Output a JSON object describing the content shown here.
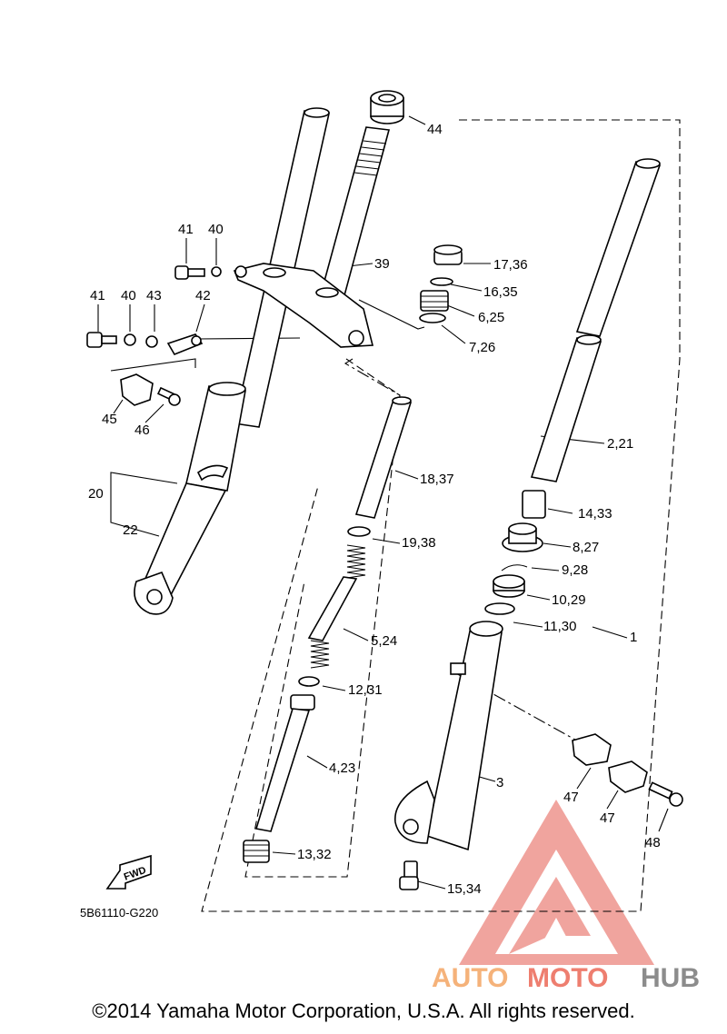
{
  "diagram_code": "5B61110-G220",
  "fwd_label": "FWD",
  "copyright": "©2014 Yamaha Motor Corporation, U.S.A. All rights reserved.",
  "watermark": {
    "brand_parts": [
      "AUTO",
      "MOTO",
      "HUB"
    ],
    "colors": {
      "auto": "#f5b27a",
      "moto": "#ee7e6f",
      "hub": "#8c8c8c",
      "triangle": "#e55a4f"
    }
  },
  "callouts": {
    "c1": "1",
    "c2": "2,21",
    "c3": "3",
    "c4": "4,23",
    "c5": "5,24",
    "c6": "6,25",
    "c7": "7,26",
    "c8": "8,27",
    "c9": "9,28",
    "c10": "10,29",
    "c11": "11,30",
    "c12": "12,31",
    "c13": "13,32",
    "c14": "14,33",
    "c15": "15,34",
    "c16": "16,35",
    "c17": "17,36",
    "c18": "18,37",
    "c19": "19,38",
    "c20": "20",
    "c22": "22",
    "c39": "39",
    "c40a": "40",
    "c40b": "40",
    "c41a": "41",
    "c41b": "41",
    "c42": "42",
    "c43": "43",
    "c44": "44",
    "c45": "45",
    "c46": "46",
    "c47a": "47",
    "c47b": "47",
    "c48": "48"
  }
}
